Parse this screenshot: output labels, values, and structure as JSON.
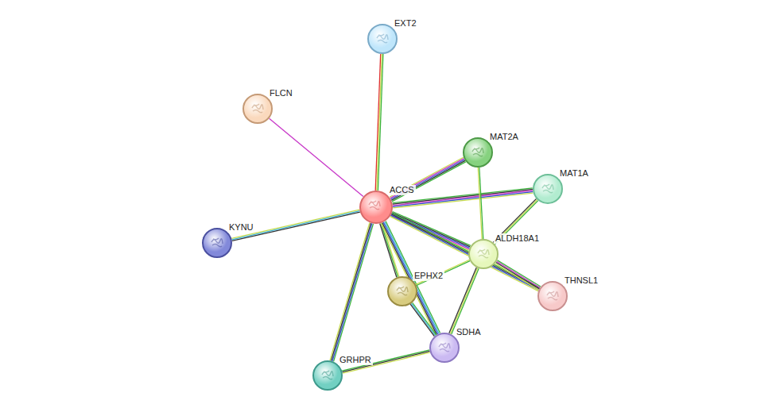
{
  "diagram": {
    "nodes": [
      {
        "text": [
          "ACCS"
        ]
      },
      {
        "text": [
          "EXT2"
        ]
      },
      {
        "text": [
          "FLCN"
        ]
      },
      {
        "text": [
          "MAT2A"
        ]
      },
      {
        "text": [
          "MAT1A"
        ]
      },
      {
        "text": [
          "KYNU"
        ]
      },
      {
        "text": [
          "ALDH18A1"
        ]
      },
      {
        "text": [
          "EPHX2"
        ]
      },
      {
        "text": [
          "THNSL1"
        ]
      },
      {
        "text": [
          "SDHA"
        ]
      },
      {
        "text": [
          "GRHPR"
        ]
      }
    ],
    "edges": [
      {
        "from": 0,
        "to": 1,
        "arrow": "none"
      },
      {
        "from": 0,
        "to": 2,
        "arrow": "none"
      },
      {
        "from": 0,
        "to": 3,
        "arrow": "none"
      },
      {
        "from": 0,
        "to": 4,
        "arrow": "none"
      },
      {
        "from": 0,
        "to": 5,
        "arrow": "none"
      },
      {
        "from": 0,
        "to": 6,
        "arrow": "none"
      },
      {
        "from": 0,
        "to": 7,
        "arrow": "none"
      },
      {
        "from": 0,
        "to": 8,
        "arrow": "none"
      },
      {
        "from": 0,
        "to": 9,
        "arrow": "none"
      },
      {
        "from": 0,
        "to": 10,
        "arrow": "none"
      },
      {
        "from": 3,
        "to": 6,
        "arrow": "none"
      },
      {
        "from": 4,
        "to": 6,
        "arrow": "none"
      },
      {
        "from": 6,
        "to": 8,
        "arrow": "none"
      },
      {
        "from": 6,
        "to": 7,
        "arrow": "none"
      },
      {
        "from": 6,
        "to": 9,
        "arrow": "none"
      },
      {
        "from": 7,
        "to": 9,
        "arrow": "none"
      },
      {
        "from": 10,
        "to": 9,
        "arrow": "none"
      }
    ]
  }
}
